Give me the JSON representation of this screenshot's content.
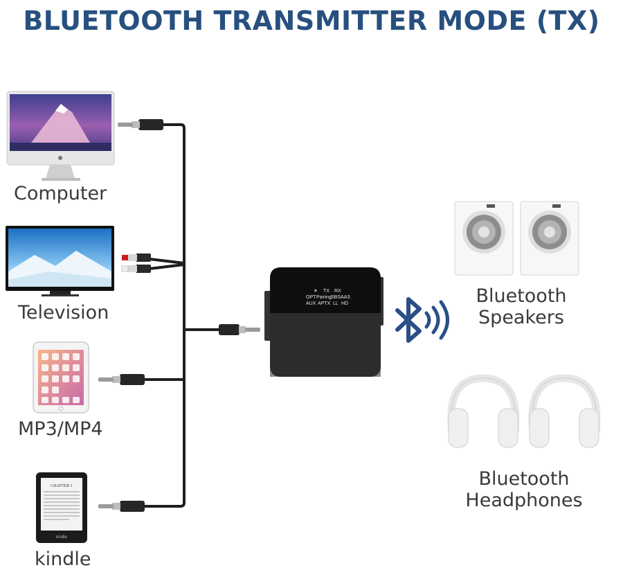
{
  "title": "BLUETOOTH TRANSMITTER MODE (TX)",
  "sources": [
    {
      "label": "Computer",
      "icon": "imac-icon"
    },
    {
      "label": "Television",
      "icon": "tv-icon"
    },
    {
      "label": "MP3/MP4",
      "icon": "tablet-icon"
    },
    {
      "label": "kindle",
      "icon": "kindle-icon"
    }
  ],
  "transmitter": {
    "row1": [
      "TX",
      "RX"
    ],
    "row2": [
      "OPT",
      "Pairing",
      "SBS",
      "AAS"
    ],
    "row3": [
      "AUX",
      "APTX",
      "LL",
      "HD"
    ]
  },
  "kindle_screen": {
    "chapter": "CHAPTER 1",
    "brand": "kindle"
  },
  "outputs": [
    {
      "line1": "Bluetooth",
      "line2": "Speakers",
      "icon": "speakers-icon"
    },
    {
      "line1": "Bluetooth",
      "line2": "Headphones",
      "icon": "headphones-icon"
    }
  ],
  "colors": {
    "title": "#27507f",
    "bluetooth": "#2a4f86",
    "cable": "#1e1e1e"
  }
}
